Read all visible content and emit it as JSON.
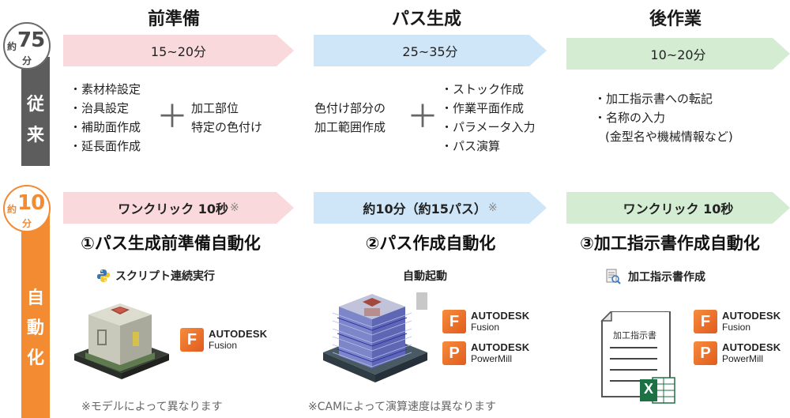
{
  "columns": {
    "prep": "前準備",
    "path": "パス生成",
    "post": "後作業"
  },
  "legacy": {
    "label_chars": [
      "従",
      "来"
    ],
    "total_prefix": "約",
    "total_number": "75",
    "total_unit": "分",
    "prep_time": "15~20分",
    "path_time": "25~35分",
    "post_time": "10~20分",
    "prep_items": [
      "・素材枠設定",
      "・治具設定",
      "・補助面作成",
      "・延長面作成"
    ],
    "prep_extra": [
      "加工部位",
      "特定の色付け"
    ],
    "path_lead": [
      "色付け部分の",
      "加工範囲作成"
    ],
    "path_items": [
      "・ストック作成",
      "・作業平面作成",
      "・パラメータ入力",
      "・パス演算"
    ],
    "post_items": [
      "・加工指示書への転記",
      "・名称の入力",
      "(金型名や機械情報など)"
    ],
    "plus": "＋"
  },
  "auto": {
    "label_chars": [
      "自",
      "動",
      "化"
    ],
    "total_prefix": "約",
    "total_number": "10",
    "total_unit": "分",
    "prep_time": "ワンクリック 10秒",
    "prep_time_mark": "※",
    "path_time": "約10分（約15パス）",
    "path_time_mark": "※",
    "post_time": "ワンクリック 10秒",
    "prep_title": "①パス生成前準備自動化",
    "path_title": "②パス作成自動化",
    "post_title": "③加工指示書作成自動化",
    "prep_sub": "スクリプト連続実行",
    "path_sub": "自動起動",
    "post_sub": "加工指示書作成",
    "prep_note": "※モデルによって異なります",
    "path_note": "※CAMによって演算速度は異なります",
    "doc_label": "加工指示書"
  },
  "logos": {
    "brand": "AUTODESK",
    "fusion": "Fusion",
    "powermill": "PowerMill",
    "fusion_letter": "F",
    "powermill_letter": "P",
    "excel_letter": "X"
  },
  "colors": {
    "pink": "#f9d9dc",
    "blue": "#cfe6f8",
    "green": "#d3ecd2",
    "orange": "#f28b32",
    "gray": "#5d5d5d"
  }
}
